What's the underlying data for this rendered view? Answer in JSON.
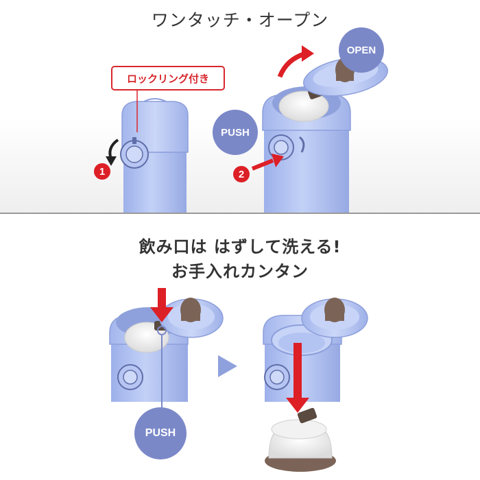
{
  "headings": {
    "one_touch_open": "ワンタッチ・オープン",
    "washable_line1": "飲み口は はずして洗える!",
    "washable_line2": "お手入れカンタン"
  },
  "labels": {
    "lock_ring": "ロックリング付き",
    "open": "OPEN",
    "push_top": "PUSH",
    "push_bottom": "PUSH"
  },
  "steps": {
    "step1": "1",
    "step2": "2"
  },
  "colors": {
    "bottle_blue": "#aabcf0",
    "label_purple": "#7b88c8",
    "accent_red": "#dd1f26",
    "packing_brown": "#7b6457"
  }
}
